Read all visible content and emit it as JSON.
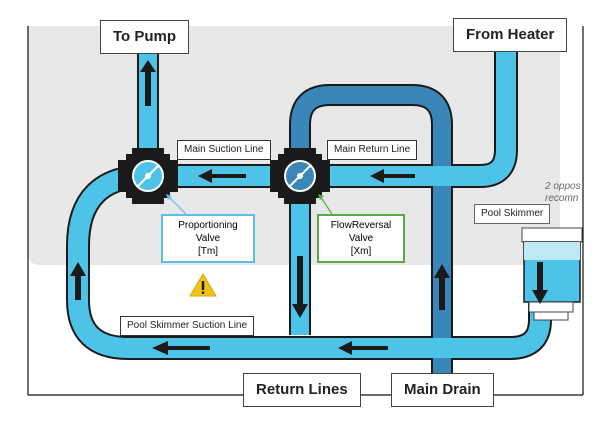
{
  "labels": {
    "to_pump": "To Pump",
    "from_heater": "From Heater",
    "return_lines": "Return Lines",
    "main_drain": "Main Drain",
    "main_suction_line": "Main Suction Line",
    "main_return_line": "Main Return Line",
    "pool_skimmer_suction_line": "Pool Skimmer Suction Line",
    "pool_skimmer": "Pool Skimmer",
    "partial_note_line1": "2 oppos",
    "partial_note_line2": "recomn"
  },
  "valves": {
    "proportioning": {
      "line1": "Proportioning",
      "line2": "Valve",
      "line3": "[Tm]"
    },
    "flow_reversal": {
      "line1": "FlowReversal",
      "line2": "Valve",
      "line3": "[Xm]"
    }
  },
  "icons": {
    "warning": "warning-triangle-icon",
    "valve": "three-way-valve-icon",
    "arrow": "flow-arrow-icon"
  },
  "colors": {
    "suction_pipe": "#4dc3e8",
    "return_pipe": "#3a86b8",
    "pipe_outline": "#1a1a1a",
    "flow_arrow": "#1a1a1a",
    "proportioning_outline": "#5bc0e6",
    "flow_reversal_outline": "#5aa84a",
    "warning": "#f2c21b",
    "background_panel": "#e8e8e8"
  }
}
